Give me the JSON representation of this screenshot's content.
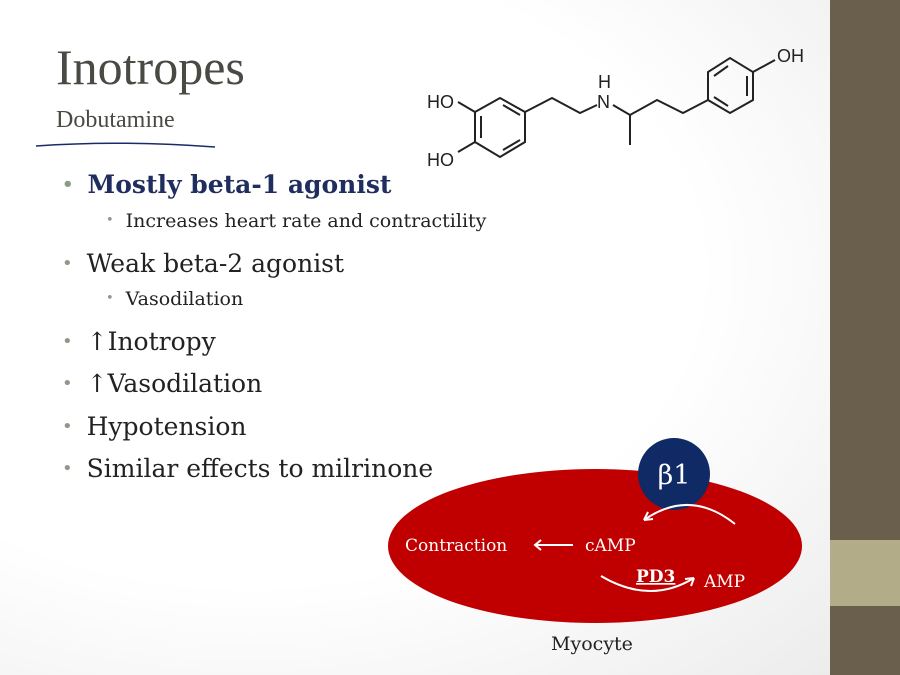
{
  "slide": {
    "title": "Inotropes",
    "subtitle": "Dobutamine",
    "bullets": [
      {
        "text": "Mostly beta-1 agonist",
        "level": 1,
        "emphasis": true
      },
      {
        "text": "Increases heart rate and contractility",
        "level": 2
      },
      {
        "text": "Weak beta-2 agonist",
        "level": 1
      },
      {
        "text": "Vasodilation",
        "level": 2
      },
      {
        "text": "↑Inotropy",
        "level": 1
      },
      {
        "text": "↑Vasodilation",
        "level": 1
      },
      {
        "text": "Hypotension",
        "level": 1
      },
      {
        "text": "Similar effects to milrinone",
        "level": 1
      }
    ],
    "bullet_glyph": "•"
  },
  "structure": {
    "ho_top": "HO",
    "ho_bottom": "HO",
    "nh_n": "N",
    "nh_h": "H",
    "oh": "OH"
  },
  "diagram": {
    "receptor": "β1",
    "contraction": "Contraction",
    "camp": "cAMP",
    "enzyme": "PD3",
    "amp": "AMP",
    "cell_label": "Myocyte"
  },
  "colors": {
    "cell": "#c00000",
    "receptor": "#0f2a64",
    "sidebar": "#6a5f4d",
    "sidebar_band": "#b3ac89",
    "emphasis": "#1f2e5e"
  }
}
